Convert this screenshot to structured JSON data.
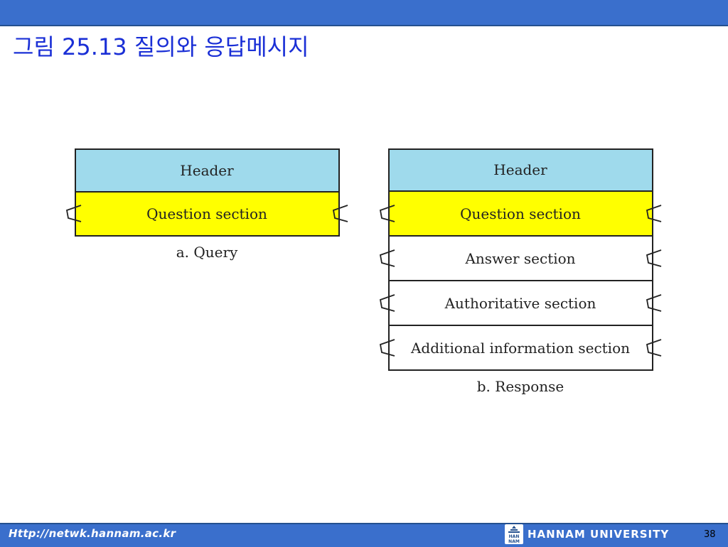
{
  "slide": {
    "title": "그림 25.13 질의와 응답메시지",
    "footer_url": "Http://netwk.hannam.ac.kr",
    "university": "HANNAM UNIVERSITY",
    "logo_text": "HAN NAM",
    "page_number": "38"
  },
  "diagram": {
    "query": {
      "boxes": [
        "Header",
        "Question section"
      ],
      "caption": "a. Query"
    },
    "response": {
      "boxes": [
        "Header",
        "Question section",
        "Answer section",
        "Authoritative section",
        "Additional information section"
      ],
      "caption": "b. Response"
    },
    "colors": {
      "header_fill": "#9fdaec",
      "question_fill": "#ffff00",
      "section_fill": "#ffffff",
      "title_color": "#1a2fd6",
      "bar_color": "#3a6fcc"
    }
  }
}
